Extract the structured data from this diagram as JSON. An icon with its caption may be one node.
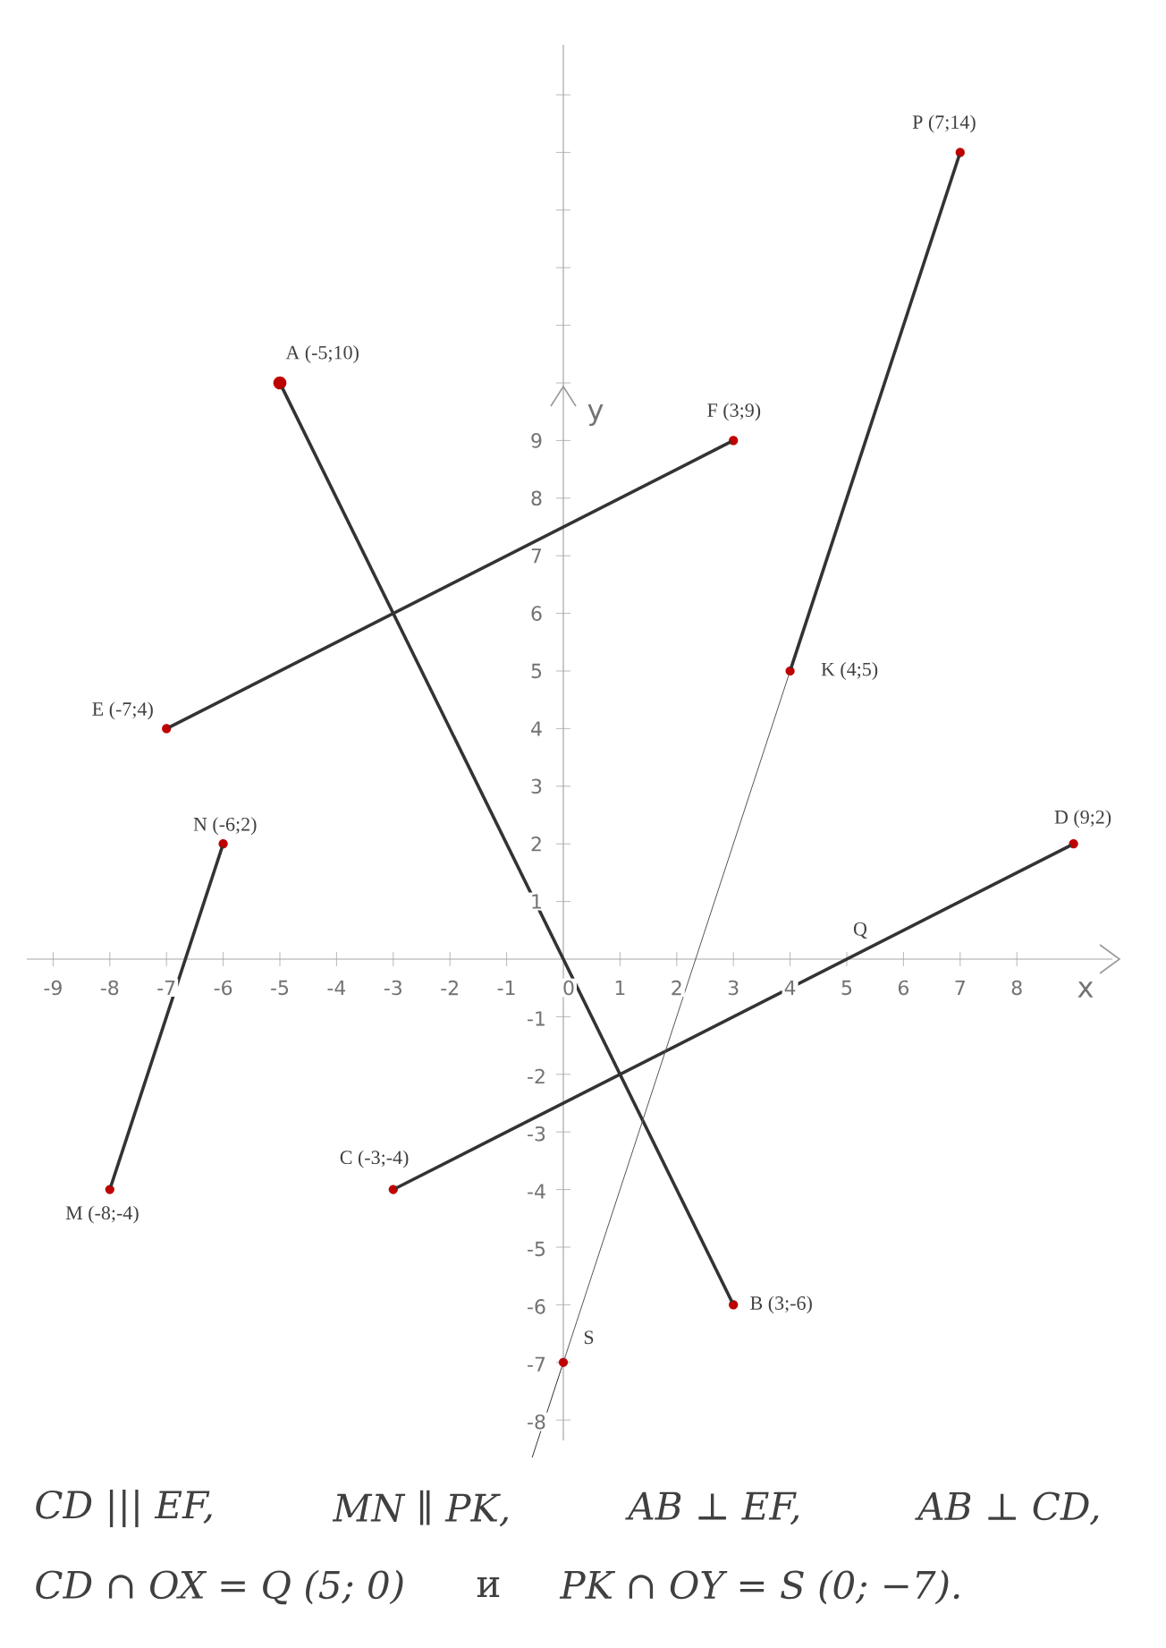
{
  "diagram": {
    "nodes": [
      {
        "text": [
          "A (-5;10)"
        ]
      },
      {
        "text": [
          "B (3;-6)"
        ]
      },
      {
        "text": [
          "C (-3;-4)"
        ]
      },
      {
        "text": [
          "D (9;2)"
        ]
      },
      {
        "text": [
          "E (-7;4)"
        ]
      },
      {
        "text": [
          "F (3;9)"
        ]
      },
      {
        "text": [
          "M (-8;-4)"
        ]
      },
      {
        "text": [
          "N (-6;2)"
        ]
      },
      {
        "text": [
          "P (7;14)"
        ]
      },
      {
        "text": [
          "K (4;5)"
        ]
      },
      {
        "text": [
          "S"
        ]
      }
    ],
    "edges": [
      {
        "from": 0,
        "to": 1,
        "arrow": "none"
      },
      {
        "from": 2,
        "to": 3,
        "arrow": "none"
      },
      {
        "from": 4,
        "to": 5,
        "arrow": "none"
      },
      {
        "from": 6,
        "to": 7,
        "arrow": "none"
      },
      {
        "from": 8,
        "to": 9,
        "arrow": "none"
      },
      {
        "from": 9,
        "to": 10,
        "arrow": "none",
        "color": "#555555"
      }
    ],
    "labels": [
      "y",
      "9",
      "8",
      "7",
      "6",
      "5",
      "4",
      "3",
      "2",
      "1",
      "Q",
      "-9",
      "-8",
      "-7",
      "-6",
      "-5",
      "-4",
      "-3",
      "-2",
      "-1",
      "0",
      "1",
      "2",
      "3",
      "4",
      "5",
      "6",
      "7",
      "8",
      "x",
      "-1",
      "-2",
      "-3",
      "-4",
      "-5",
      "-6",
      "-7",
      "-8",
      "CD ||| EF,",
      "MN ∥ PK,",
      "AB ⊥ EF,",
      "AB ⊥ CD,",
      "CD ∩ OX = Q (5; 0)",
      "и",
      "PK ∩ OY = S (0; −7)."
    ]
  }
}
